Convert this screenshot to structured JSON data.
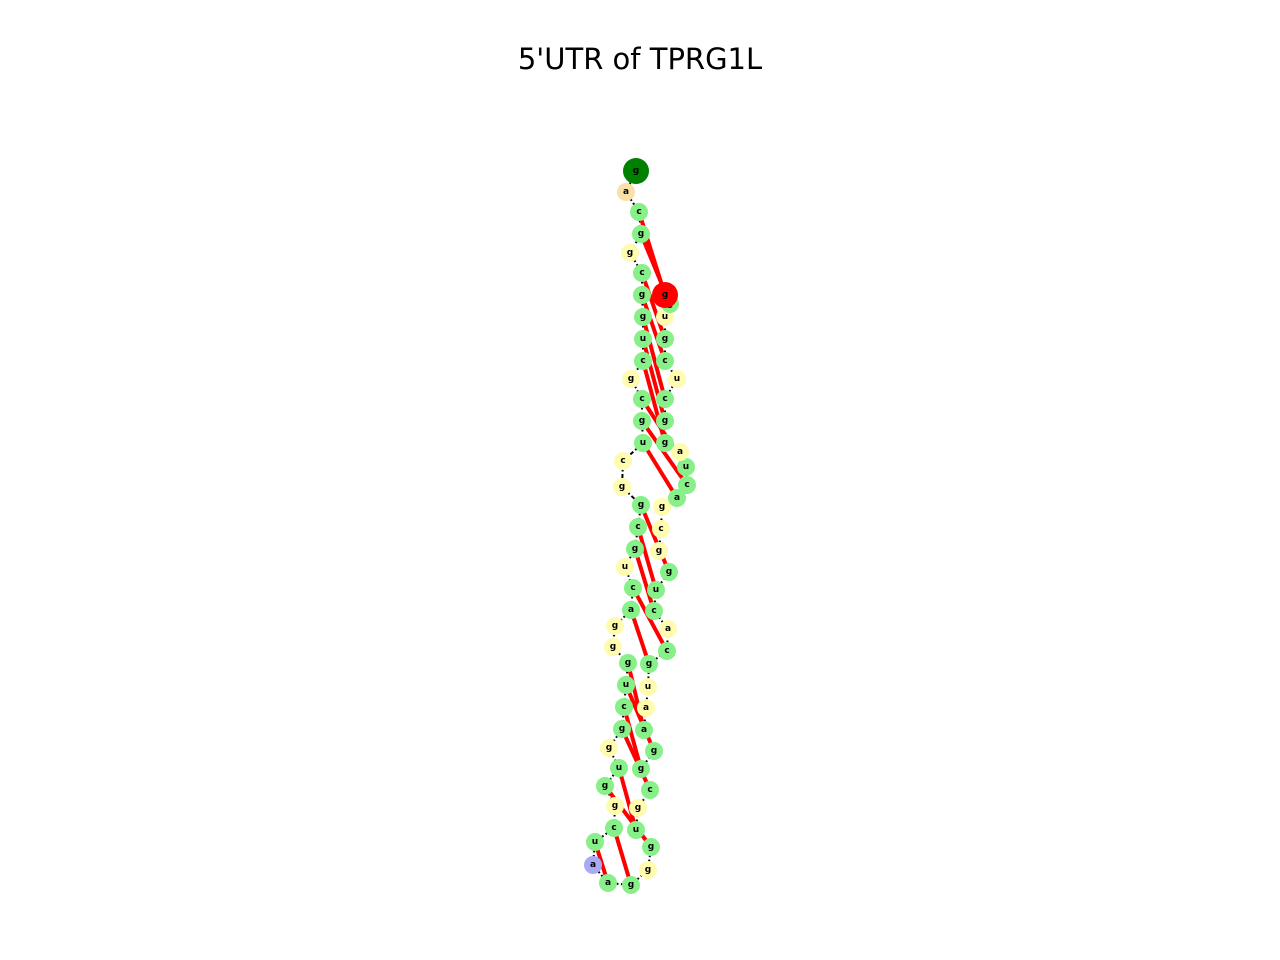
{
  "title": "5'UTR of TPRG1L",
  "colors": {
    "stem": "#88f088",
    "interior_loop": "#fffcb0",
    "hairpin_loop": "#a9a9f5",
    "dangling": "#f9dfa8",
    "five_prime_end": "#008000",
    "three_prime_end": "#ff0000",
    "backbone": "#000000",
    "base_pair": "#ff0000"
  },
  "sequence": [
    "g",
    "a",
    "c",
    "g",
    "g",
    "c",
    "g",
    "g",
    "u",
    "c",
    "g",
    "c",
    "g",
    "u",
    "c",
    "g",
    "g",
    "c",
    "g",
    "u",
    "c",
    "a",
    "g",
    "g",
    "g",
    "u",
    "c",
    "g",
    "g",
    "u",
    "g",
    "g",
    "c",
    "u",
    "a",
    "a",
    "g",
    "g",
    "g",
    "u",
    "g",
    "c",
    "g",
    "g",
    "a",
    "a",
    "u",
    "g",
    "c",
    "a",
    "c",
    "u",
    "g",
    "g",
    "c",
    "g",
    "a",
    "c",
    "u",
    "a",
    "g",
    "g",
    "c",
    "u",
    "c",
    "g",
    "u",
    "g",
    "g"
  ],
  "base_pairs": [
    [
      3,
      69
    ],
    [
      4,
      68
    ],
    [
      6,
      66
    ],
    [
      7,
      65
    ],
    [
      8,
      63
    ],
    [
      9,
      62
    ],
    [
      10,
      61
    ],
    [
      12,
      59
    ],
    [
      13,
      58
    ],
    [
      14,
      57
    ],
    [
      17,
      53
    ],
    [
      18,
      52
    ],
    [
      19,
      51
    ],
    [
      21,
      49
    ],
    [
      22,
      48
    ],
    [
      25,
      45
    ],
    [
      26,
      44
    ],
    [
      27,
      43
    ],
    [
      28,
      42
    ],
    [
      30,
      40
    ],
    [
      31,
      39
    ],
    [
      33,
      37
    ],
    [
      34,
      36
    ]
  ]
}
